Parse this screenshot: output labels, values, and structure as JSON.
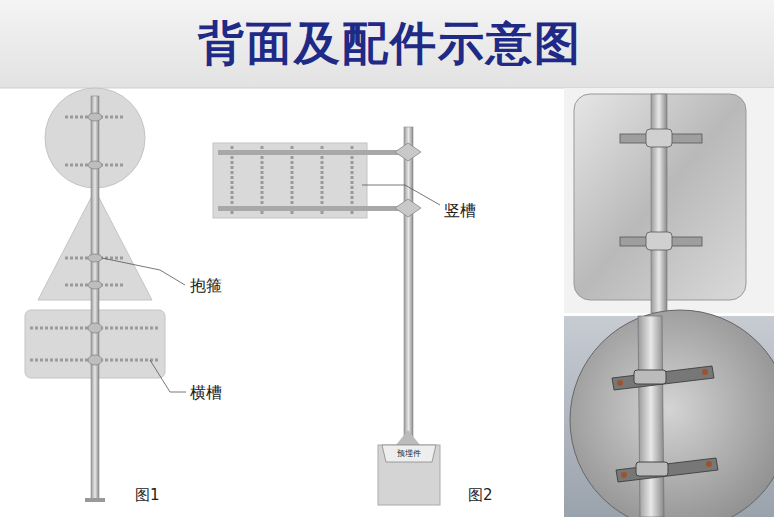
{
  "diagram": {
    "title": "背面及配件示意图",
    "labels": [
      "抱箍",
      "横槽",
      "竖槽",
      "图1",
      "图2",
      "预埋件"
    ]
  }
}
